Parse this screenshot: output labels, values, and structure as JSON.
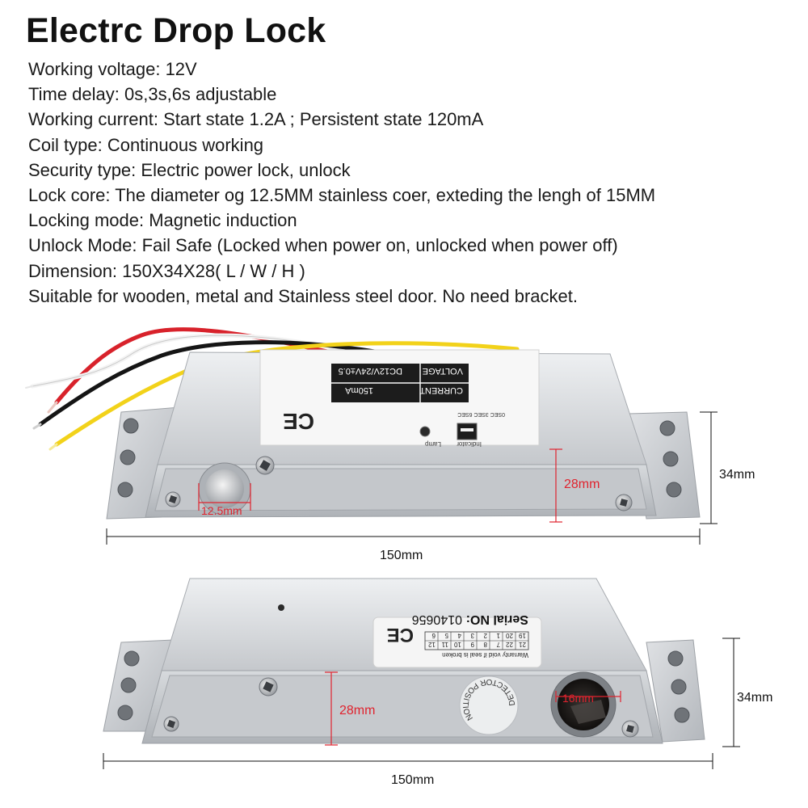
{
  "title": "Electrc Drop Lock",
  "specs": [
    "Working voltage: 12V",
    "Time delay: 0s,3s,6s adjustable",
    "Working current: Start state 1.2A ; Persistent state 120mA",
    "Coil type: Continuous working",
    "Security type: Electric power lock, unlock",
    "Lock core: The diameter og 12.5MM stainless coer, exteding the lengh of 15MM",
    "Locking mode: Magnetic induction",
    "Unlock Mode: Fail Safe (Locked when power on, unlocked when power off)",
    "Dimension: 150X34X28( L / W / H )",
    "Suitable for wooden, metal and Stainless steel door. No need bracket."
  ],
  "top_view": {
    "label_current": "CURRENT",
    "label_current_value": "150mA",
    "label_voltage": "VOLTAGE",
    "label_voltage_value": "DC12V/24V±0.5",
    "ce_mark": "CE",
    "lamp_label": "Lamp",
    "indicator_label": "Indicator",
    "delay_labels": "0SEC 3SEC 6SEC",
    "dim_length": "150mm",
    "dim_width": "34mm",
    "dim_height": "28mm",
    "dim_core": "12.5mm"
  },
  "bottom_view": {
    "serial_label": "Serial NO:",
    "serial_number": "0140656",
    "warranty_text": "Warranty void if seal is broken",
    "grid_row1": [
      "21",
      "22",
      "7",
      "8",
      "9",
      "10",
      "11",
      "12"
    ],
    "grid_row2": [
      "19",
      "20",
      "1",
      "2",
      "3",
      "4",
      "5",
      "6"
    ],
    "ce_mark": "CE",
    "detector_text": "DETECTOR POSITION",
    "dim_length": "150mm",
    "dim_width": "34mm",
    "dim_height": "28mm",
    "dim_hole": "16mm"
  },
  "colors": {
    "dimension_red": "#e0232e",
    "wire_red": "#d8222b",
    "wire_yellow": "#f2d21a",
    "wire_black": "#151515",
    "body_silver": "#c9ccd0"
  }
}
